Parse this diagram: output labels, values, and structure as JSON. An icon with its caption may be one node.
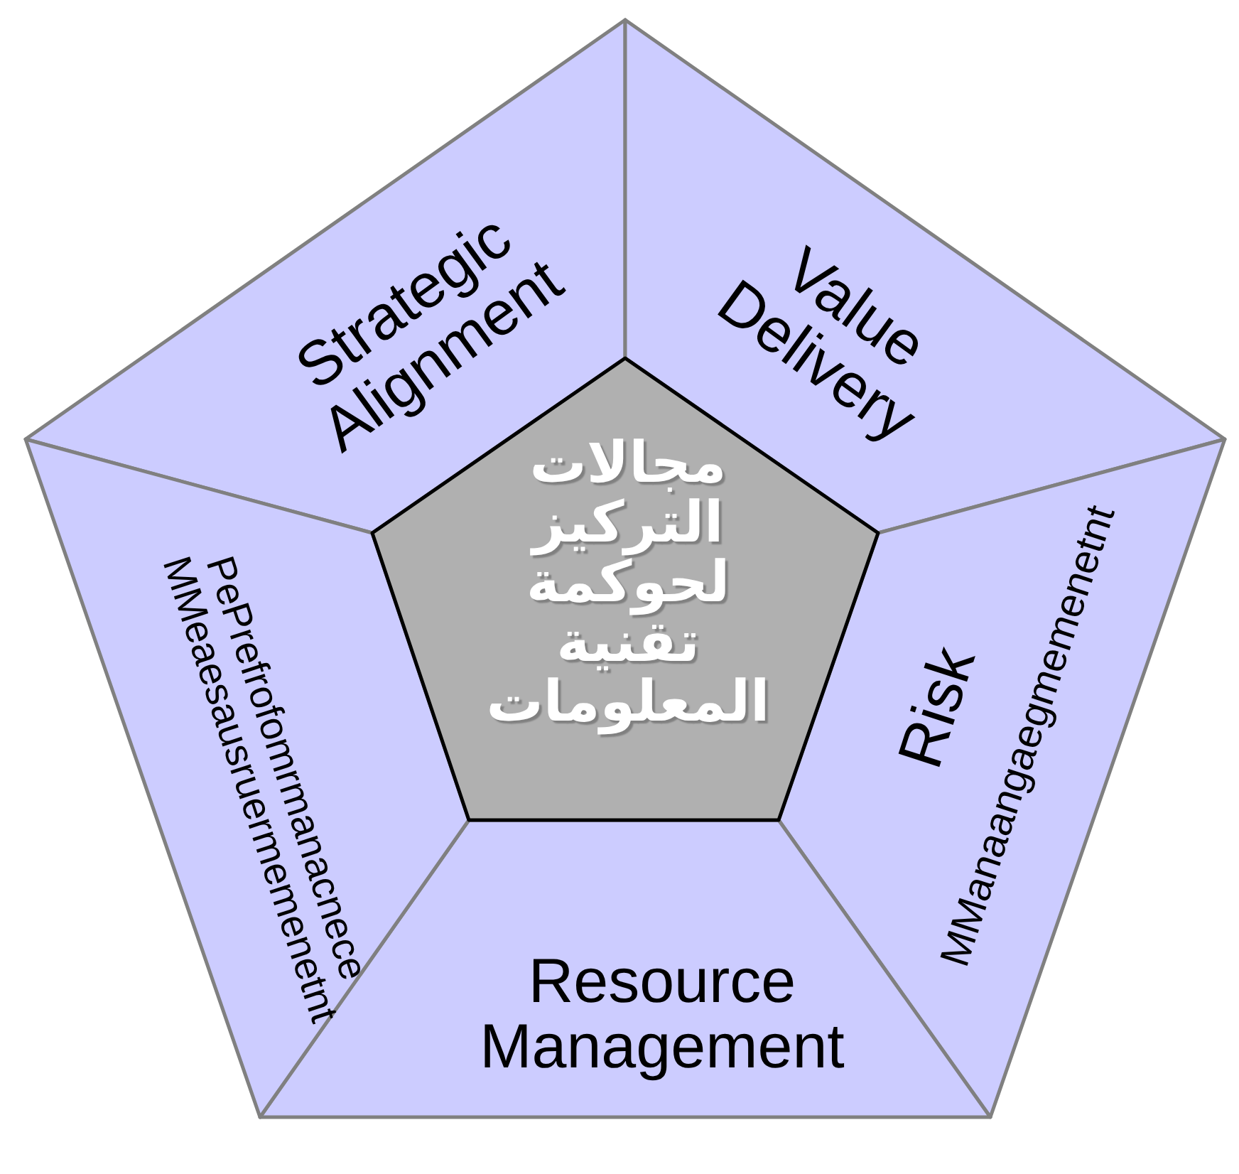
{
  "diagram": {
    "nodes": [
      {
        "text": [
          "Strategic Alignment"
        ]
      },
      {
        "text": [
          "Value Delivery"
        ]
      },
      {
        "text": [
          "Risk",
          "MManaangaegmemenetnt"
        ]
      },
      {
        "text": [
          "Resource Management"
        ]
      },
      {
        "text": [
          "PePrefrofomrmanacnece MMeaesausruermemenetnt"
        ]
      },
      {
        "text": [
          "مجالات التركيز لحوكمة تقنية المعلومات"
        ]
      }
    ]
  }
}
